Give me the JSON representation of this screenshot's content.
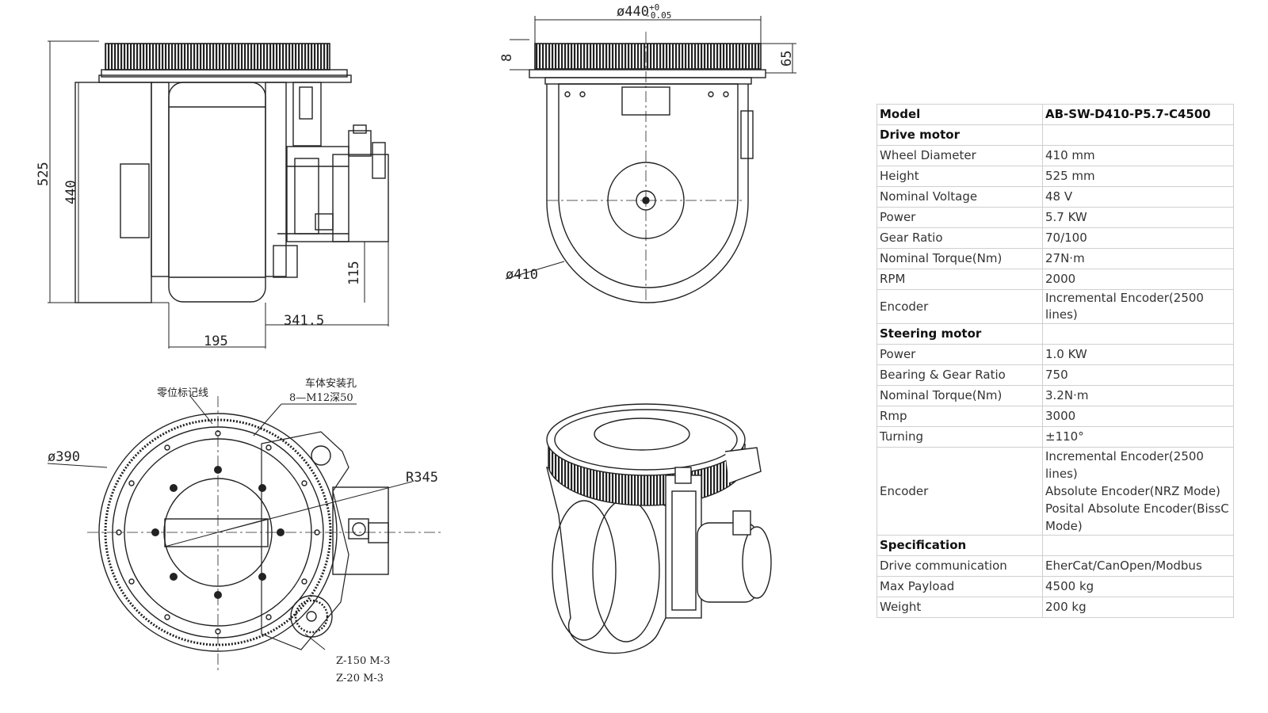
{
  "drawing": {
    "side_view": {
      "dim_height": "525",
      "dim_440": "440",
      "dim_115": "115",
      "dim_341": "341.5",
      "dim_195": "195"
    },
    "front_view": {
      "dim_diameter": "ø440",
      "dim_tol_upper": "+0",
      "dim_tol_lower": "-0.05",
      "dim_8": "8",
      "dim_65": "65",
      "dim_wheel": "ø410"
    },
    "top_view": {
      "dim_390": "ø390",
      "dim_r345": "R345",
      "mount_label": "车体安装孔",
      "mount_spec": "8—M12深50",
      "zero_label": "零位标记线",
      "gear_z150": "Z-150  M-3",
      "gear_z20": "Z-20   M-3"
    }
  },
  "table": {
    "rows": [
      {
        "key": "Model",
        "value": "AB-SW-D410-P5.7-C4500",
        "header": true
      },
      {
        "key": "Drive motor",
        "value": "",
        "header": true
      },
      {
        "key": "Wheel Diameter",
        "value": "410 mm"
      },
      {
        "key": "Height",
        "value": "525 mm"
      },
      {
        "key": "Nominal Voltage",
        "value": "48 V"
      },
      {
        "key": "Power",
        "value": "5.7 KW"
      },
      {
        "key": "Gear Ratio",
        "value": "70/100"
      },
      {
        "key": "Nominal Torque(Nm)",
        "value": "27N·m"
      },
      {
        "key": "RPM",
        "value": "2000"
      },
      {
        "key": "Encoder",
        "value": "Incremental Encoder(2500 lines)"
      },
      {
        "key": "Steering motor",
        "value": "",
        "header": true
      },
      {
        "key": "Power",
        "value": "1.0 KW"
      },
      {
        "key": "Bearing & Gear Ratio",
        "value": "750"
      },
      {
        "key": "Nominal Torque(Nm)",
        "value": "3.2N·m"
      },
      {
        "key": "Rmp",
        "value": "3000"
      },
      {
        "key": "Turning",
        "value": "±110°"
      },
      {
        "key": "Encoder",
        "value": "",
        "lines": [
          "Incremental Encoder(2500 lines)",
          "Absolute Encoder(NRZ Mode)",
          "Posital Absolute Encoder(BissC",
          "Mode)"
        ]
      },
      {
        "key": "Specification",
        "value": "",
        "header": true
      },
      {
        "key": "Drive communication",
        "value": "EherCat/CanOpen/Modbus"
      },
      {
        "key": "Max Payload",
        "value": "4500 kg"
      },
      {
        "key": "Weight",
        "value": "200 kg"
      }
    ]
  }
}
